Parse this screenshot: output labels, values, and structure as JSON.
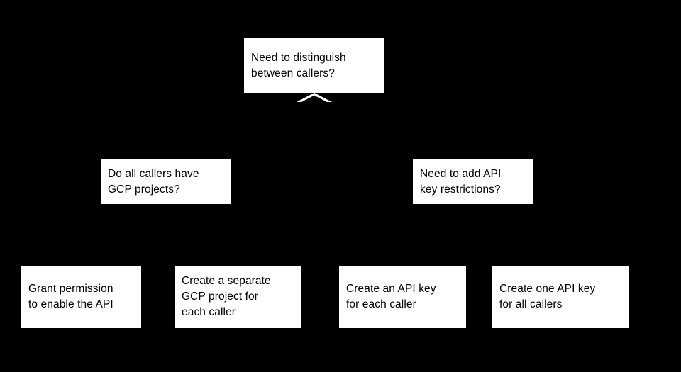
{
  "diagram": {
    "background_color": "#000000",
    "node_fill_color": "#ffffff",
    "node_text_color": "#000000",
    "nodes": [
      {
        "id": "root",
        "label": "Need to distinguish\nbetween callers?",
        "kind": "decision"
      },
      {
        "id": "gcp-projects",
        "label": "Do all callers have\nGCP projects?",
        "kind": "decision"
      },
      {
        "id": "api-restrictions",
        "label": "Need to add API\nkey restrictions?",
        "kind": "decision"
      },
      {
        "id": "grant-permission",
        "label": "Grant permission\nto enable the API",
        "kind": "outcome"
      },
      {
        "id": "separate-project",
        "label": "Create a separate\nGCP project for\neach caller",
        "kind": "outcome"
      },
      {
        "id": "key-each-caller",
        "label": "Create an API key\nfor each caller",
        "kind": "outcome"
      },
      {
        "id": "key-all-callers",
        "label": "Create one API key\nfor all callers",
        "kind": "outcome"
      }
    ]
  }
}
